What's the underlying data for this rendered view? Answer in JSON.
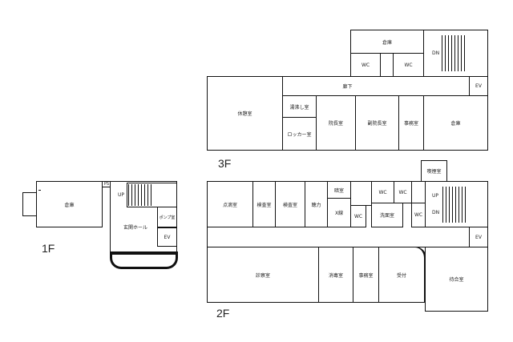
{
  "floors": {
    "f3": {
      "label": "3F",
      "rooms": {
        "storage_top": "倉庫",
        "wc1": "WC",
        "wc2": "WC",
        "dn": "DN",
        "corridor": "廊下",
        "ev": "EV",
        "kitchenette": "湯沸し室",
        "rest": "休憩室",
        "locker": "ロッカー室",
        "director": "院長室",
        "vice_director": "副院長室",
        "office": "事務室",
        "storage": "倉庫"
      }
    },
    "f2": {
      "label": "2F",
      "rooms": {
        "drip": "点滴室",
        "exam1": "検査室",
        "exam2": "検査室",
        "hearing": "聴力",
        "darkroom": "暗室",
        "xray": "X線",
        "wc1": "WC",
        "wc2": "WC",
        "wc3": "WC",
        "wc4": "WC",
        "washroom": "洗面室",
        "smoking": "喫煙室",
        "up": "UP",
        "dn": "DN",
        "ev": "EV",
        "consult": "診察室",
        "disinfect": "消毒室",
        "office": "事務室",
        "reception": "受付",
        "waiting": "待合室"
      }
    },
    "f1": {
      "label": "1F",
      "rooms": {
        "storage": "倉庫",
        "ps": "PS",
        "up": "UP",
        "pump": "ポンプ室",
        "hall": "玄関ホール",
        "ev": "EV"
      }
    }
  }
}
